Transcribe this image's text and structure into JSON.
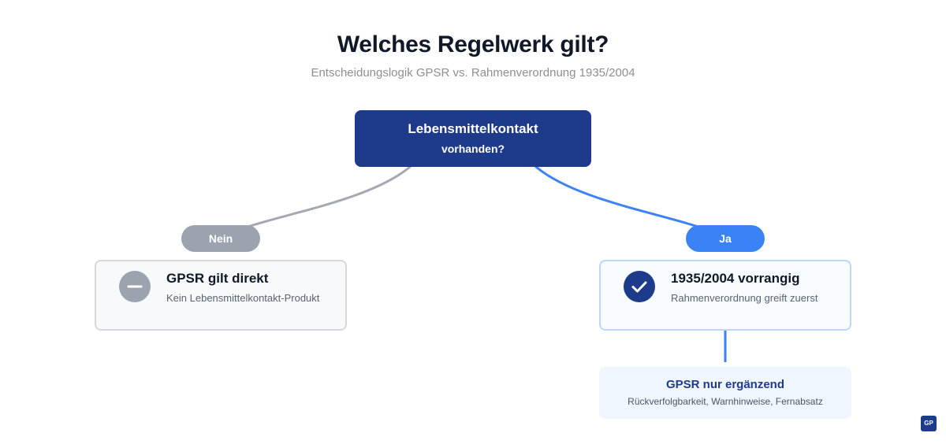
{
  "header": {
    "title": "Welches Regelwerk gilt?",
    "subtitle": "Entscheidungslogik GPSR vs. Rahmenverordnung 1935/2004"
  },
  "root": {
    "line1": "Lebensmittelkontakt",
    "line2": "vorhanden?"
  },
  "branches": {
    "no": {
      "label": "Nein",
      "icon": "minus-icon",
      "title": "GPSR gilt direkt",
      "description": "Kein Lebensmittelkontakt-Produkt"
    },
    "yes": {
      "label": "Ja",
      "icon": "check-icon",
      "title": "1935/2004 vorrangig",
      "description": "Rahmenverordnung greift zuerst"
    }
  },
  "supplement": {
    "title": "GPSR nur ergänzend",
    "description": "Rückverfolgbarkeit, Warnhinweise, Fernabsatz"
  },
  "badge": {
    "text": "GP"
  },
  "colors": {
    "navy": "#1e3a8a",
    "blue": "#3b82f6",
    "gray": "#9ca3af",
    "light_blue_bg": "#eff6ff"
  }
}
